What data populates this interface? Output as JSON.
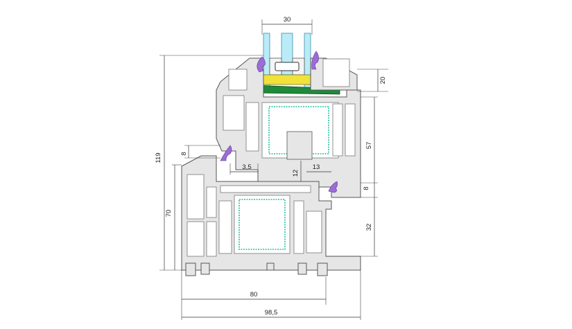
{
  "dimensions": {
    "glass_thickness": "30",
    "sash_overlap": "20",
    "overall_height": "119",
    "frame_height": "70",
    "rebate_depth": "8",
    "gap": "3,5",
    "sash_gap": "12",
    "rebate_width": "13",
    "sash_depth": "57",
    "seal_offset": "8",
    "frame_lower": "32",
    "frame_width": "80",
    "total_width": "98,5"
  },
  "colors": {
    "glass": "#b9ecf7",
    "steel_reinforcement": "#20c0a0",
    "seal": "#9c6cd6",
    "setting_block": "#f1e23a",
    "glazing_bead": "#1e8a3a",
    "profile": "#e6e6e6"
  }
}
